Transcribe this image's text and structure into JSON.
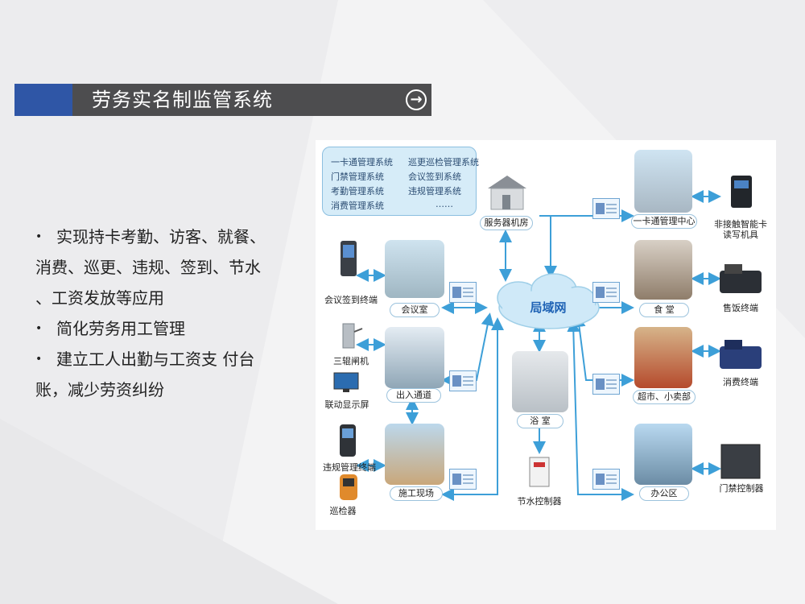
{
  "header": {
    "title": "劳务实名制监管系统",
    "arrow_icon": "arrow-right-circle-icon"
  },
  "bullets": [
    {
      "text": "实现持卡考勤、访客、就餐、",
      "dot": "•"
    },
    {
      "text": "消费、巡更、违规、签到、节水"
    },
    {
      "text": "、工资发放等应用"
    },
    {
      "text": "简化劳务用工管理",
      "dot": "•"
    },
    {
      "text": "建立工人出勤与工资支 付台",
      "dot": "•"
    },
    {
      "text": "账，减少劳资纠纷"
    }
  ],
  "diagram": {
    "systems": [
      "一卡通管理系统",
      "巡更巡检管理系统",
      "门禁管理系统",
      "会议签到系统",
      "考勤管理系统",
      "违规管理系统",
      "消费管理系统",
      "……"
    ],
    "center": "局域网",
    "server": "服务器机房",
    "left_nodes": {
      "meeting": "会议室",
      "gate": "出入通道",
      "site": "施工现场"
    },
    "left_devices": {
      "meeting_terminal": "会议签到终端",
      "turnstile": "三辊闸机",
      "display": "联动显示屏",
      "violation_terminal": "违规管理终端",
      "patrol": "巡检器"
    },
    "bath": "浴 室",
    "water": "节水控制器",
    "right_nodes": {
      "card_center": "一卡通管理中心",
      "canteen": "食 堂",
      "market": "超市、小卖部",
      "office": "办公区"
    },
    "right_devices": {
      "reader": "非接触智能卡\n读写机具",
      "meal": "售饭终端",
      "consume": "消费终端",
      "door": "门禁控制器"
    },
    "colors": {
      "arrow": "#3d9fd8",
      "cloud": "#cfe9f8",
      "cloud_text": "#1f63b5",
      "accent": "#2f56a6"
    }
  }
}
